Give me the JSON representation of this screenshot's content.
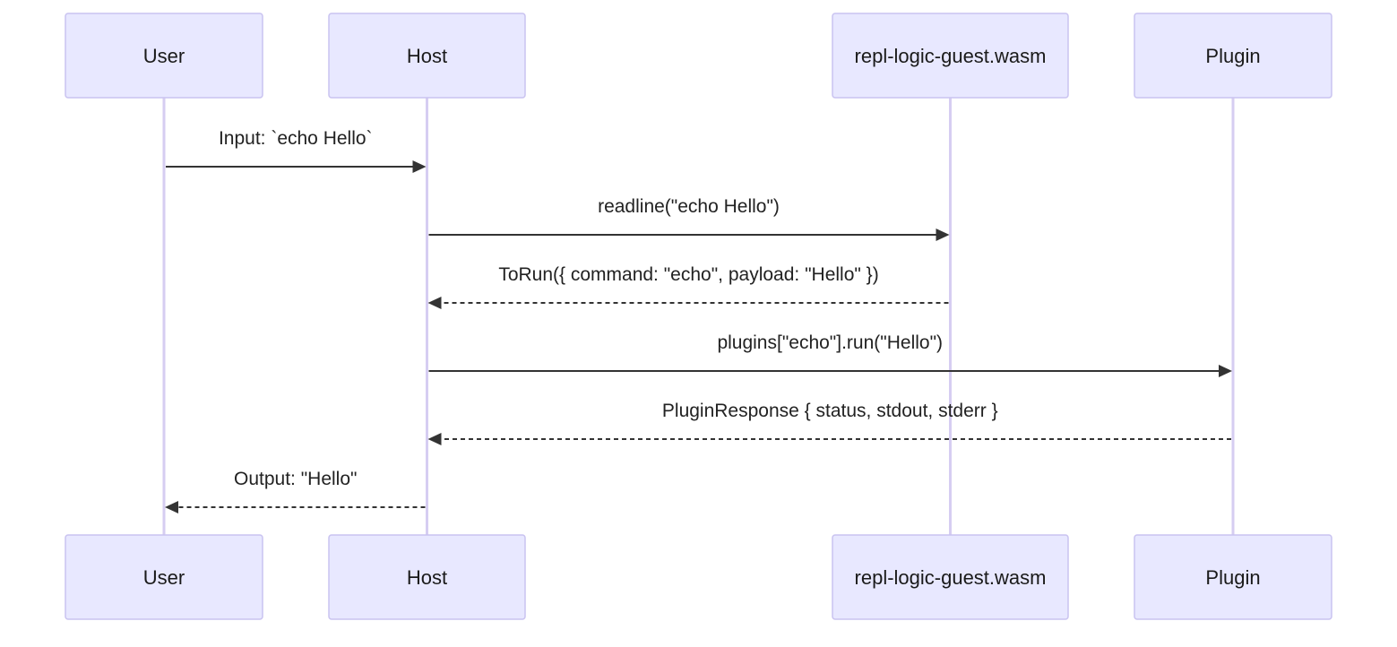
{
  "participants": [
    {
      "id": "user",
      "label": "User"
    },
    {
      "id": "host",
      "label": "Host"
    },
    {
      "id": "guest",
      "label": "repl-logic-guest.wasm"
    },
    {
      "id": "plugin",
      "label": "Plugin"
    }
  ],
  "messages": [
    {
      "from": "user",
      "to": "host",
      "label": "Input: `echo Hello`",
      "style": "solid"
    },
    {
      "from": "host",
      "to": "guest",
      "label": "readline(\"echo Hello\")",
      "style": "solid"
    },
    {
      "from": "guest",
      "to": "host",
      "label": "ToRun({ command: \"echo\", payload: \"Hello\" })",
      "style": "dashed"
    },
    {
      "from": "host",
      "to": "plugin",
      "label": "plugins[\"echo\"].run(\"Hello\")",
      "style": "solid"
    },
    {
      "from": "plugin",
      "to": "host",
      "label": "PluginResponse { status, stdout, stderr }",
      "style": "dashed"
    },
    {
      "from": "host",
      "to": "user",
      "label": "Output: \"Hello\"",
      "style": "dashed"
    }
  ],
  "colors": {
    "actor_fill": "#e8e8ff",
    "actor_stroke": "#c9c3f0",
    "lifeline": "#d6cdf2",
    "arrow": "#333333"
  }
}
